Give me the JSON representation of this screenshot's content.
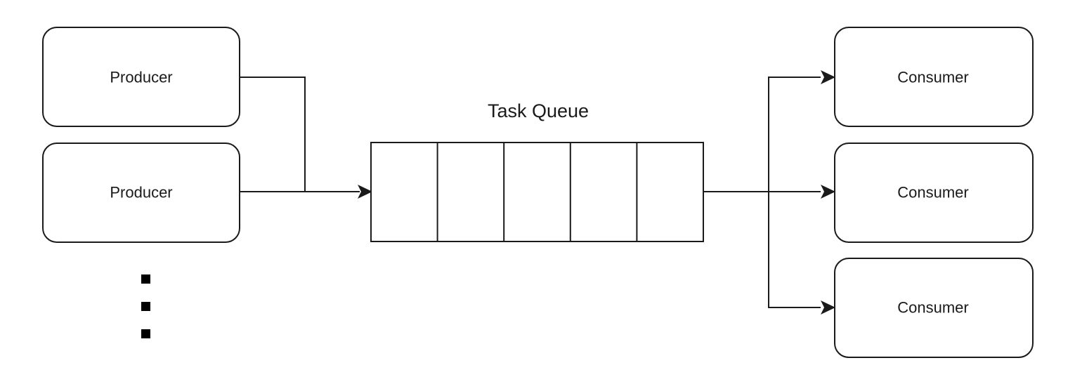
{
  "diagram": {
    "queue": {
      "title": "Task Queue",
      "slot_count": 5
    },
    "producers": [
      {
        "label": "Producer"
      },
      {
        "label": "Producer"
      }
    ],
    "consumers": [
      {
        "label": "Consumer"
      },
      {
        "label": "Consumer"
      },
      {
        "label": "Consumer"
      }
    ],
    "more_producers_indicator": "vertical-ellipsis",
    "colors": {
      "stroke": "#1a1a1a",
      "fill": "#ffffff",
      "text": "#1a1a1a"
    }
  }
}
